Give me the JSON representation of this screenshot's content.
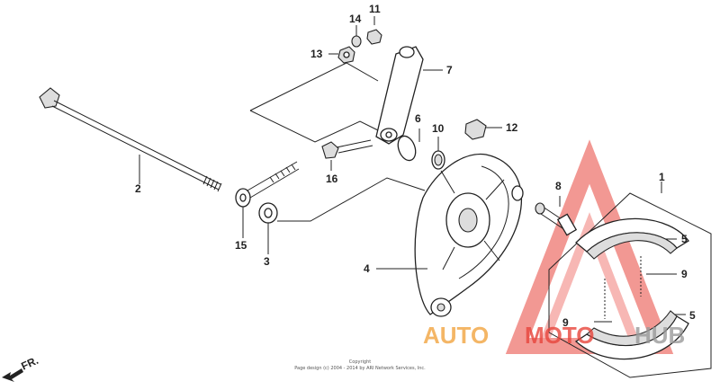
{
  "callouts": {
    "p1": "1",
    "p2": "2",
    "p3": "3",
    "p4": "4",
    "p5a": "5",
    "p5b": "5",
    "p6": "6",
    "p7": "7",
    "p8": "8",
    "p9a": "9",
    "p9b": "9",
    "p10": "10",
    "p11": "11",
    "p12": "12",
    "p13": "13",
    "p14": "14",
    "p15": "15",
    "p16": "16"
  },
  "direction_label": "FR.",
  "copyright": {
    "line1": "Copyright",
    "line2": "Page design (c) 2004 - 2014 by ARI Network Services, Inc."
  },
  "watermark": {
    "part1": "AUTO",
    "part2": "MOTO",
    "part3": "HUB",
    "color_orange": "#f2a541",
    "color_red": "#e8453c",
    "color_gray": "#9a9a9a"
  }
}
